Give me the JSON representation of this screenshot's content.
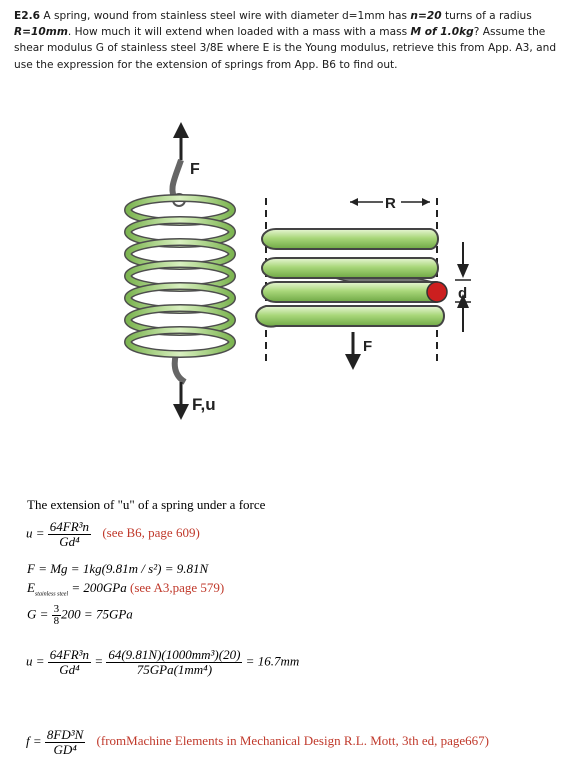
{
  "problem": {
    "id": "E2.6",
    "text_1": " A spring, wound from stainless steel wire with diameter d=1mm has ",
    "n_expr": "n=20",
    "text_2": " turns of a radius ",
    "r_expr": "R=10mm",
    "text_3": ".  How much it will extend when loaded with a mass with a mass ",
    "mass_label": "M",
    "mass_expr": " of 1.0kg",
    "text_4": "? Assume the shear modulus G of stainless steel 3/8E where E is the Young modulus, retrieve this from App. A3, and use the expression for the extension of springs from App. B6 to find out."
  },
  "figure": {
    "force_top_label": "F",
    "force_bottom_label": "F,u",
    "radius_label": "R",
    "diameter_label": "d",
    "force_detail_label": "F",
    "spring_color": "#b6dd8a",
    "wire_section_color": "#cc1f1f"
  },
  "solution": {
    "intro": "The extension of \"u\" of a spring under a force",
    "eq1_lhs": "u =",
    "eq1_num": "64FR³n",
    "eq1_den": "Gd⁴",
    "eq1_ref": "(see B6, page 609)",
    "eq2": "F = Mg = 1kg(9.81m / s²) = 9.81N",
    "eq3_lhs": "E",
    "eq3_sub": "stainless steel",
    "eq3_rhs": " = 200GPa ",
    "eq3_ref": "(see A3,page 579)",
    "eq4_lhs": "G =",
    "eq4_num": "3",
    "eq4_den": "8",
    "eq4_rhs": "200 = 75GPa",
    "eq5_lhs": "u =",
    "eq5_num1": "64FR³n",
    "eq5_den1": "Gd⁴",
    "eq5_eq": "=",
    "eq5_num2": "64(9.81N)(1000mm³)(20)",
    "eq5_den2": "75GPa(1mm⁴)",
    "eq5_result": "= 16.7mm",
    "eq6_lhs": "f =",
    "eq6_num": "8FD³N",
    "eq6_den": "GD⁴",
    "eq6_ref": "(fromMachine Elements in Mechanical Design R.L. Mott, 3th ed, page667)"
  }
}
